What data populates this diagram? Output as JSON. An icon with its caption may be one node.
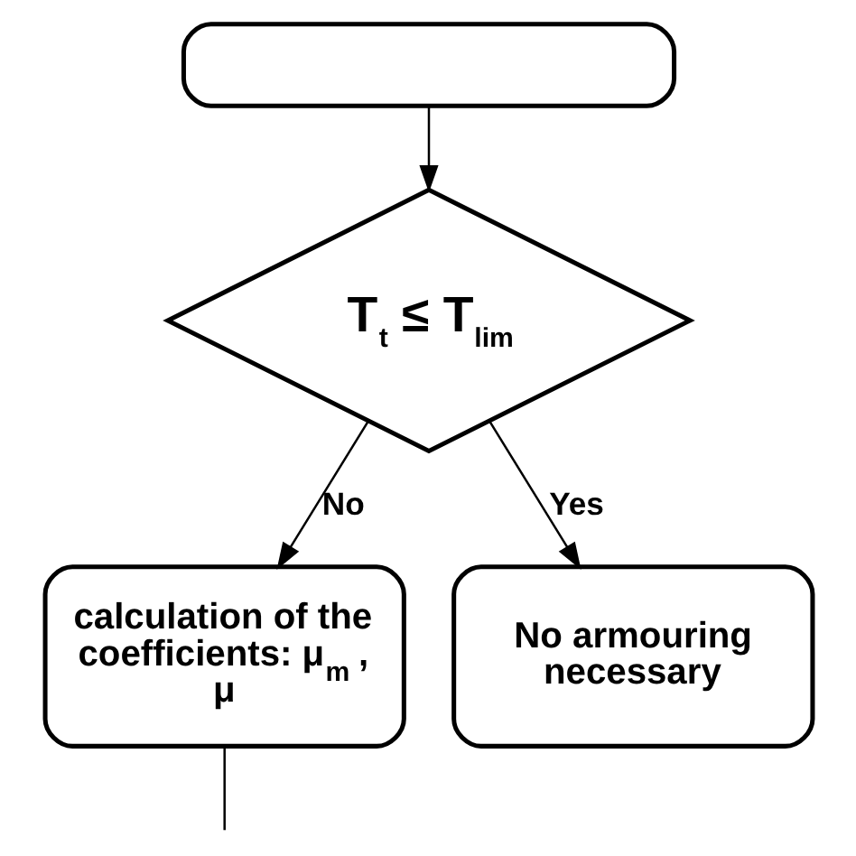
{
  "diagram": {
    "nodes": [
      {
        "text": [],
        "shape": "box"
      },
      {
        "text": [
          "T$_{t}$ ≤ T$_{lim}$"
        ]
      },
      {
        "text": [
          "calculation of the coefficients: μ$_{m}$ , μ"
        ]
      },
      {
        "text": [
          "No armouring necessary"
        ]
      }
    ],
    "edges": [
      {
        "from": 0,
        "to": 1,
        "arrow": "to"
      },
      {
        "from": 1,
        "to": 3,
        "arrow": "to",
        "label": "Yes"
      },
      {
        "from": 1,
        "to": 2,
        "arrow": "to",
        "label": "No"
      },
      {
        "from": 2,
        "to": null,
        "arrow": "none"
      }
    ]
  }
}
